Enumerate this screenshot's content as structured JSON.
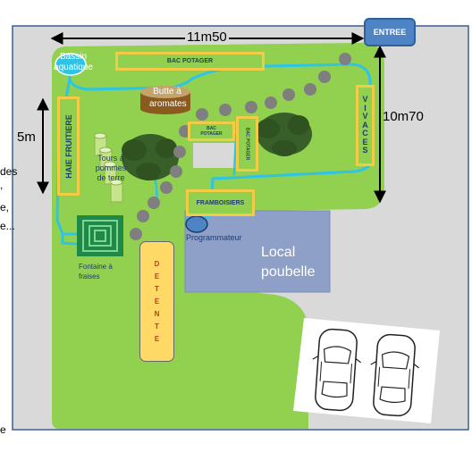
{
  "entrance": "ENTREE",
  "dimensions": {
    "width": "11m50",
    "depth": "10m70",
    "side": "5m"
  },
  "features": {
    "bassin": "Bassin aquatique",
    "bac_potager_top": "BAC POTAGER",
    "butte": "Butte à aromates",
    "bac_potager_small": "BAC POTAGER",
    "bac_potager_vertical": "BAC POTAGER",
    "vivaces": "VIVACES",
    "haie": "HAIE FRUITIERE",
    "tours": "Tours à pommes de terre",
    "framboisiers": "FRAMBOISIERS",
    "programmateur": "Programmateur",
    "fontaine": "Fontaine à fraises",
    "detente": "DETENTE",
    "local": "Local poubelle"
  },
  "clipped_text": [
    "des",
    ",",
    "e,",
    "e...",
    "e"
  ],
  "colors": {
    "lawn": "#92d050",
    "paving": "#d9d9d9",
    "border": "#3a5f8f",
    "bed_outline": "#f2cc46",
    "bed_fill": "#92d050",
    "water_line": "#2ec4e6",
    "stepping_stone": "#7f7f7f",
    "bush": "#375f27",
    "local": "#8ea0c8",
    "entrance": "#4f84c4",
    "fountain": "#1f8a46",
    "detente": "#ffd966"
  }
}
